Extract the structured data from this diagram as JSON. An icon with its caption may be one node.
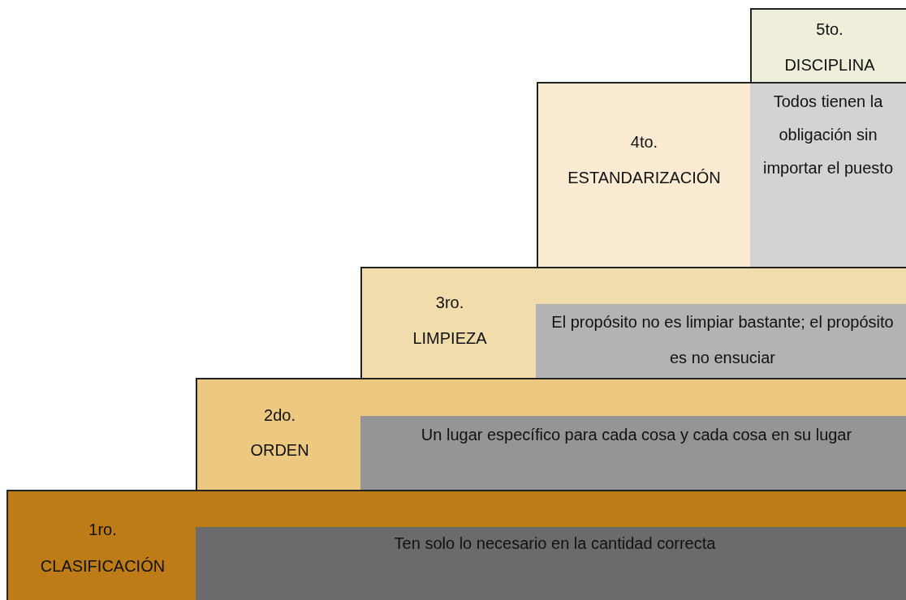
{
  "diagram": {
    "nodes": [
      {
        "text": [
          "5to.",
          "DISCIPLINA"
        ]
      },
      {
        "text": [
          "4to.",
          "ESTANDARIZACIÓN"
        ]
      },
      {
        "text": [
          "Todos tienen la obligación sin importar el puesto"
        ],
        "in": 1
      },
      {
        "text": [
          "3ro.",
          "LIMPIEZA"
        ]
      },
      {
        "text": [
          "El propósito no es limpiar bastante; el propósito es no ensuciar"
        ],
        "in": 3
      },
      {
        "text": [
          "2do.",
          "ORDEN"
        ]
      },
      {
        "text": [
          "Un lugar específico para cada cosa y cada cosa en su lugar"
        ],
        "in": 5
      },
      {
        "text": [
          "1ro.",
          "CLASIFICACIÓN"
        ]
      },
      {
        "text": [
          "Ten solo lo necesario en la cantidad correcta"
        ],
        "in": 7
      }
    ]
  }
}
